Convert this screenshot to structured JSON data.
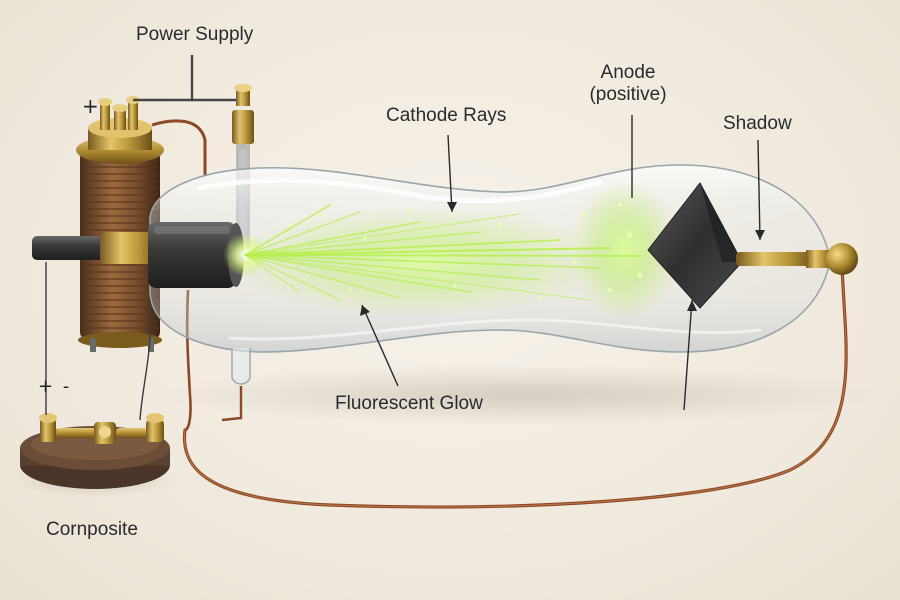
{
  "labels": {
    "power_supply": "Power Supply",
    "cathode_rays": "Cathode Rays",
    "anode_line1": "Anode",
    "anode_line2": "(positive)",
    "shadow": "Shadow",
    "fluorescent_glow": "Fluorescent Glow",
    "composite": "Cornposite"
  },
  "signs": {
    "plus_top": "+",
    "plus_minus": "+ -"
  },
  "colors": {
    "background": "#f2ece2",
    "glass": "#dfe6ea",
    "brass": "#b8963a",
    "copper_wire": "#a0522d",
    "ray_green": "#a6e34a",
    "cathode_dark": "#3a3a3a"
  }
}
